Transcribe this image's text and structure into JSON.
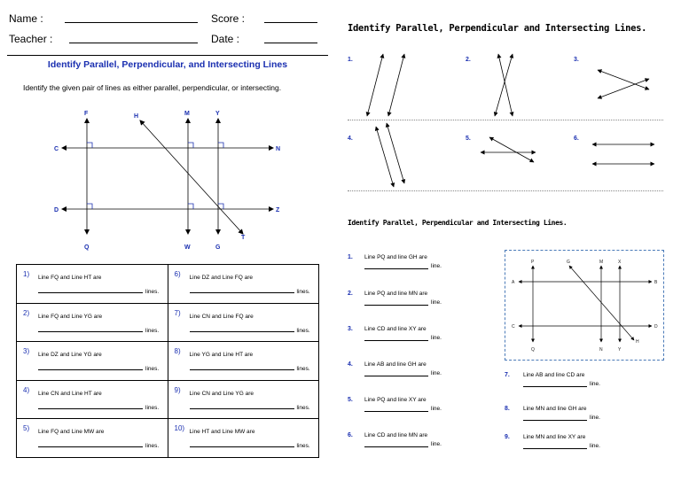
{
  "left": {
    "header": {
      "name_label": "Name :",
      "score_label": "Score :",
      "teacher_label": "Teacher :",
      "date_label": "Date :"
    },
    "title": "Identify Parallel, Perpendicular, and Intersecting Lines",
    "instructions": "Identify the given pair of lines as either parallel, perpendicular, or intersecting.",
    "diagram_labels": {
      "F": "F",
      "H": "H",
      "M": "M",
      "Y": "Y",
      "C": "C",
      "N": "N",
      "D": "D",
      "Z": "Z",
      "Q": "Q",
      "W": "W",
      "G": "G",
      "T": "T"
    },
    "questions": [
      {
        "num": "1)",
        "text": "Line FQ and Line HT are",
        "end": "lines."
      },
      {
        "num": "6)",
        "text": "Line DZ and Line FQ are",
        "end": "lines."
      },
      {
        "num": "2)",
        "text": "Line FQ and Line YG are",
        "end": "lines."
      },
      {
        "num": "7)",
        "text": "Line CN and Line FQ are",
        "end": "lines."
      },
      {
        "num": "3)",
        "text": "Line DZ and Line YG are",
        "end": "lines."
      },
      {
        "num": "8)",
        "text": "Line YG and Line HT are",
        "end": "lines."
      },
      {
        "num": "4)",
        "text": "Line CN and Line HT are",
        "end": "lines."
      },
      {
        "num": "9)",
        "text": "Line CN and Line YG are",
        "end": "lines."
      },
      {
        "num": "5)",
        "text": "Line FQ and Line MW are",
        "end": "lines."
      },
      {
        "num": "10)",
        "text": "Line HT and Line MW are",
        "end": "lines."
      }
    ]
  },
  "right_top": {
    "title": "Identify Parallel, Perpendicular and Intersecting Lines.",
    "items": [
      "1.",
      "2.",
      "3.",
      "4.",
      "5.",
      "6."
    ]
  },
  "right_bottom": {
    "title": "Identify Parallel, Perpendicular and Intersecting Lines.",
    "questions": [
      {
        "num": "1.",
        "text": "Line PQ and line GH are",
        "end": "line."
      },
      {
        "num": "2.",
        "text": "Line PQ and line MN are",
        "end": "line."
      },
      {
        "num": "3.",
        "text": "Line CD and line XY are",
        "end": "line."
      },
      {
        "num": "4.",
        "text": "Line AB and line GH are",
        "end": "line."
      },
      {
        "num": "5.",
        "text": "Line PQ and line XY are",
        "end": "line."
      },
      {
        "num": "6.",
        "text": "Line CD and line MN are",
        "end": "line."
      },
      {
        "num": "7.",
        "text": "Line AB and line CD are",
        "end": "line."
      },
      {
        "num": "8.",
        "text": "Line MN and line GH are",
        "end": "line."
      },
      {
        "num": "9.",
        "text": "Line MN and line XY are",
        "end": "line."
      }
    ],
    "diagram_labels": {
      "P": "P",
      "G": "G",
      "M": "M",
      "X": "X",
      "A": "A",
      "B": "B",
      "C": "C",
      "D": "D",
      "Q": "Q",
      "N": "N",
      "Y": "Y",
      "H": "H"
    }
  },
  "colors": {
    "accent_blue": "#1a2fb0",
    "box_border": "#4a7ab8"
  }
}
